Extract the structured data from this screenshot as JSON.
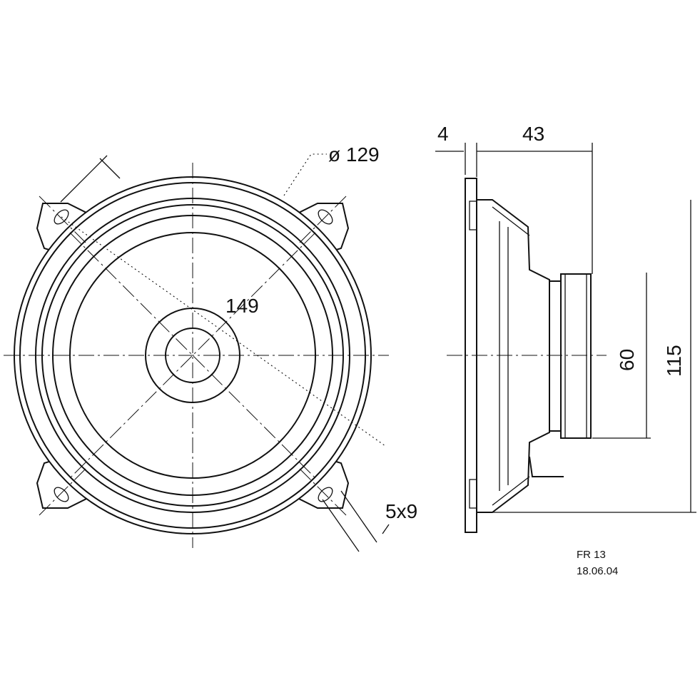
{
  "front_view": {
    "diameter_label": "ø 129",
    "outer_label": "149",
    "hole_label": "5x9"
  },
  "side_view": {
    "flange_label": "4",
    "depth_label": "43",
    "magnet_label": "60",
    "height_label": "115"
  },
  "title_block": {
    "model": "FR 13",
    "date": "18.06.04"
  },
  "colors": {
    "line": "#111111",
    "background": "#ffffff"
  }
}
